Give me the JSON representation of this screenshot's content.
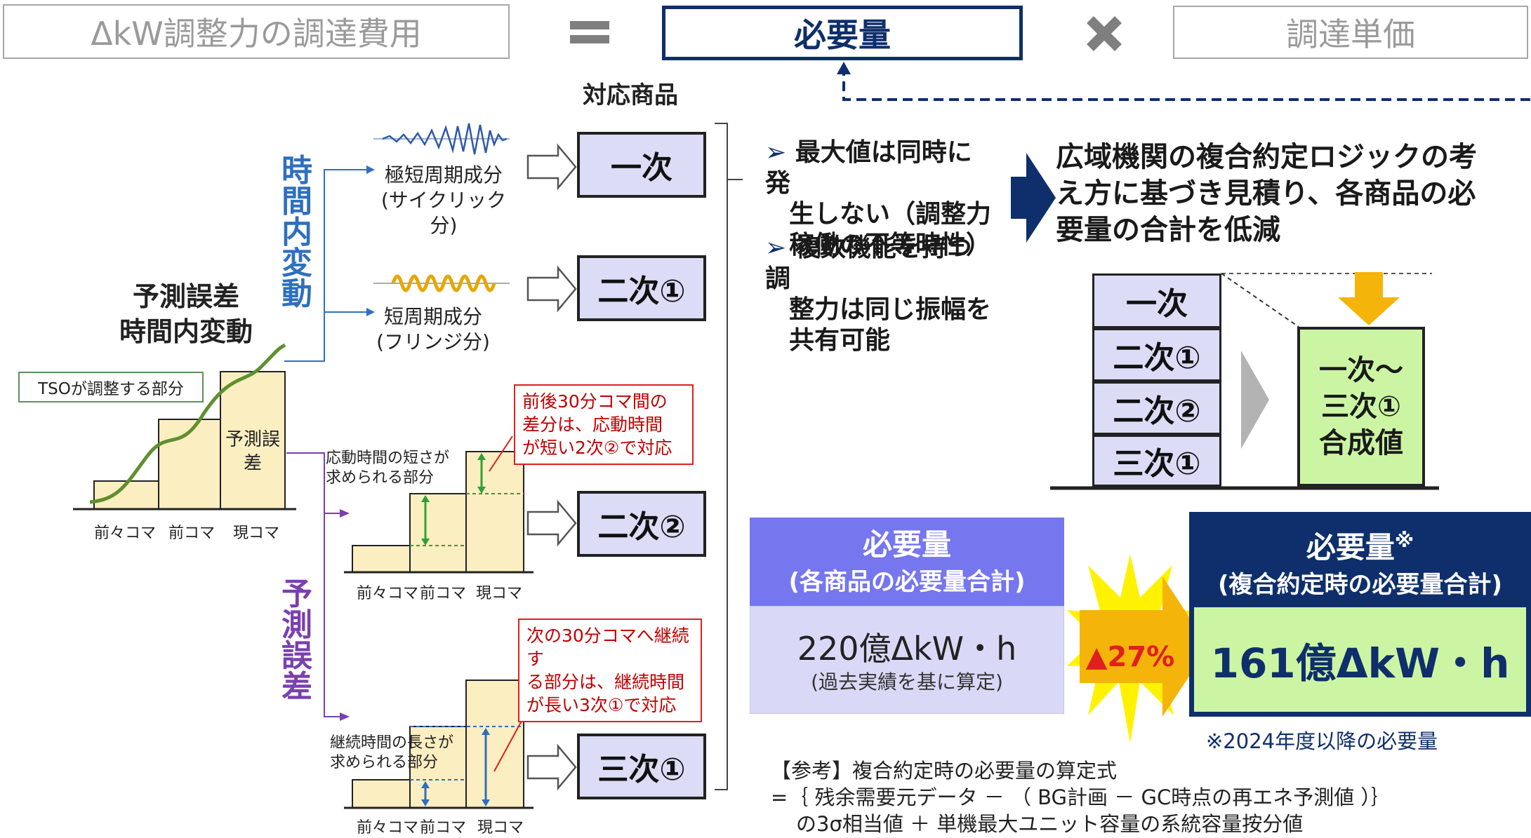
{
  "header": {
    "cost_label": "ΔkW調整力の調達費用",
    "requirement_label": "必要量",
    "unit_price_label": "調達単価"
  },
  "products_heading": "対応商品",
  "left": {
    "forecast_title_line1": "予測誤差",
    "forecast_title_line2": "時間内変動",
    "time_variation_vertical": "時間内変動",
    "forecast_error_vertical": "予測誤差",
    "tso_label": "TSOが調整する部分",
    "forecast_error_bar_label": "予測誤差",
    "very_short_line1": "極短周期成分",
    "very_short_line2": "(サイクリック分)",
    "short_line1": "短周期成分",
    "short_line2": "(フリンジ分)",
    "response_short_line1": "応動時間の短さが",
    "response_short_line2": "求められる部分",
    "duration_long_line1": "継続時間の長さが",
    "duration_long_line2": "求められる部分",
    "axis_labels": [
      "前々コマ",
      "前コマ",
      "現コマ"
    ],
    "note_30min": [
      "前後30分コマ間の",
      "差分は、応動時間",
      "が短い2次②で対応"
    ],
    "note_continue": [
      "次の30分コマへ継続す",
      "る部分は、継続時間",
      "が長い3次①で対応"
    ]
  },
  "products": [
    "一次",
    "二次①",
    "二次②",
    "三次①"
  ],
  "bullets": [
    [
      "最大値は同時に発",
      "生しない（調整力",
      "稼働の不等時性）"
    ],
    [
      "複数機能を持つ調",
      "整力は同じ振幅を",
      "共有可能"
    ]
  ],
  "conclusion": [
    "広域機関の複合約定ロジックの考",
    "え方に基づき見積り、各商品の必",
    "要量の合計を低減"
  ],
  "stack_items": [
    "一次",
    "二次①",
    "二次②",
    "三次①"
  ],
  "combined": [
    "一次～",
    "三次①",
    "合成値"
  ],
  "summary": {
    "left_title": "必要量",
    "left_subtitle": "(各商品の必要量合計)",
    "left_value": "220億ΔkW・h",
    "left_note": "(過去実績を基に算定)",
    "reduction": "▲27%",
    "right_title": "必要量",
    "right_title_mark": "※",
    "right_subtitle": "(複合約定時の必要量合計)",
    "right_value": "161億ΔkW・h",
    "footnote": "※2024年度以降の必要量"
  },
  "formula": {
    "line1": "【参考】複合約定時の必要量の算定式",
    "line2": "=｛ 残余需要元データ － （ BG計画 － GC時点の再エネ予測値 ）｝",
    "line3": "の3σ相当値 ＋ 単機最大ユニット容量の系統容量按分値"
  },
  "colors": {
    "navy": "#0e2f6b",
    "lavender": "#dcdcf7",
    "light_green": "#ccf5a3",
    "purple_header": "#7676ee",
    "blue_text": "#2f6fbf",
    "purple_text": "#7a3fb0",
    "red": "#e01f1f",
    "bar_fill": "#fbeec0",
    "curve_green": "#5f8f2f"
  }
}
